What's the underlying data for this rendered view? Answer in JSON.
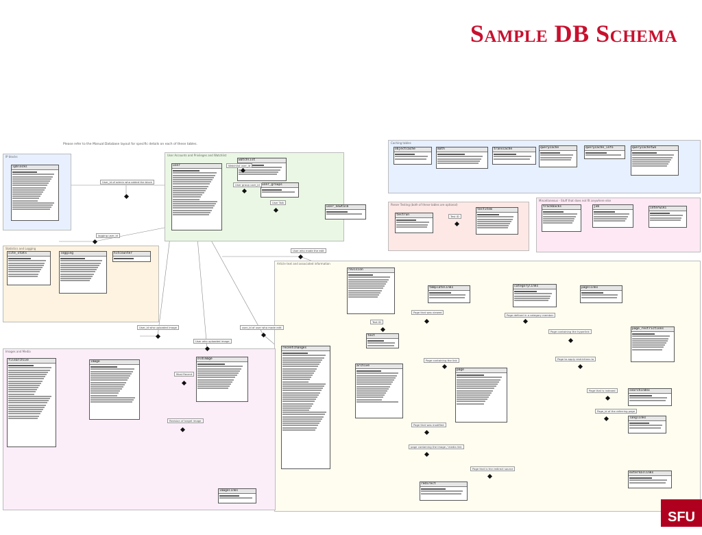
{
  "header": {
    "title": "Sample DB Schema"
  },
  "reference_note": "Please refer to the Manual:Database layout for specific details on each of these tables.",
  "logo": {
    "text": "SFU"
  },
  "groups": [
    {
      "key": "ip",
      "title": "IP blocks"
    },
    {
      "key": "user",
      "title": "User Accounts and Privileges and Watchlist"
    },
    {
      "key": "caching",
      "title": "Caching tables"
    },
    {
      "key": "parser",
      "title": "Parser Testing (both of these tables are optional)"
    },
    {
      "key": "misc",
      "title": "Miscellaneous - Stuff that does not fit anywhere else"
    },
    {
      "key": "stats",
      "title": "Statistics and Logging"
    },
    {
      "key": "article",
      "title": "Article text and associated information"
    },
    {
      "key": "images",
      "title": "Images and Media"
    }
  ],
  "tables": [
    {
      "name": "ipblocks"
    },
    {
      "name": "user"
    },
    {
      "name": "watchlist"
    },
    {
      "name": "user_groups"
    },
    {
      "name": "user_newtalk"
    },
    {
      "name": "objectcache"
    },
    {
      "name": "math"
    },
    {
      "name": "transcache"
    },
    {
      "name": "querycache"
    },
    {
      "name": "querycache_info"
    },
    {
      "name": "querycachetwo"
    },
    {
      "name": "testrun"
    },
    {
      "name": "testitem"
    },
    {
      "name": "trackbacks"
    },
    {
      "name": "job"
    },
    {
      "name": "interwiki"
    },
    {
      "name": "site_stats"
    },
    {
      "name": "logging"
    },
    {
      "name": "hitcounter"
    },
    {
      "name": "revision"
    },
    {
      "name": "text"
    },
    {
      "name": "archive"
    },
    {
      "name": "recentchanges"
    },
    {
      "name": "templatelinks"
    },
    {
      "name": "categorylinks"
    },
    {
      "name": "pagelinks"
    },
    {
      "name": "page_restrictions"
    },
    {
      "name": "page"
    },
    {
      "name": "searchindex"
    },
    {
      "name": "langlinks"
    },
    {
      "name": "externallinks"
    },
    {
      "name": "redirect"
    },
    {
      "name": "filearchive"
    },
    {
      "name": "image"
    },
    {
      "name": "oldimage"
    },
    {
      "name": "imagelinks"
    }
  ],
  "relations": [
    {
      "label": "User_id of admin who added the block"
    },
    {
      "label": "Watchlist user_id"
    },
    {
      "label": "User group user_id"
    },
    {
      "label": "User Talk"
    },
    {
      "label": "logging user_id"
    },
    {
      "label": "User who made the edit"
    },
    {
      "label": "Text ID"
    },
    {
      "label": "User_id who uploaded image"
    },
    {
      "label": "User who uploaded image"
    },
    {
      "label": "user_id of user who made edit"
    },
    {
      "label": "Page that was viewed"
    },
    {
      "label": "Page defined in a category member"
    },
    {
      "label": "Page containing the hyperlink"
    },
    {
      "label": "Page to apply restrictions to"
    },
    {
      "label": "Page containing the link"
    },
    {
      "label": "Page that is indexed"
    },
    {
      "label": "Page that was modified"
    },
    {
      "label": "page containing the image / media link"
    },
    {
      "label": "Page that is the redirect source"
    },
    {
      "label": "Page_id of the referring page"
    },
    {
      "label": "Test ID"
    },
    {
      "label": "Most Recent"
    },
    {
      "label": "Revision of target image"
    }
  ]
}
